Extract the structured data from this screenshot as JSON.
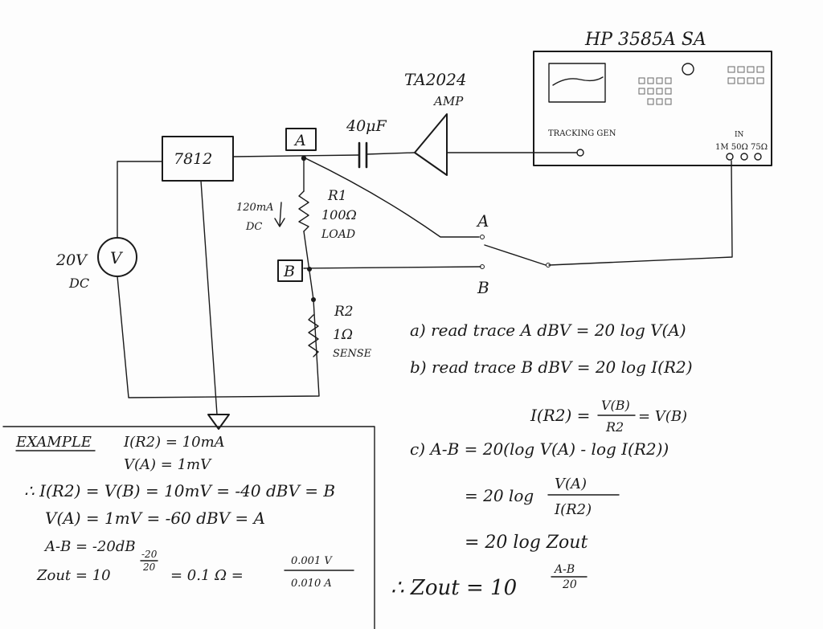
{
  "analyzer": {
    "title": "HP 3585A SA",
    "tracking_gen_label": "TRACKING GEN",
    "in_label": "IN",
    "input_spec": "1M 50Ω 75Ω"
  },
  "amp": {
    "name": "TA2024",
    "sub": "AMP"
  },
  "capacitor": {
    "label": "40μF"
  },
  "regulator": {
    "label": "7812"
  },
  "source": {
    "value": "20V",
    "type": "DC",
    "symbol": "V"
  },
  "nodes": {
    "a": "A",
    "b": "B"
  },
  "current_note": {
    "value": "120mA",
    "type": "DC"
  },
  "r1": {
    "name": "R1",
    "value": "100Ω",
    "role": "LOAD"
  },
  "r2": {
    "name": "R2",
    "value": "1Ω",
    "role": "SENSE"
  },
  "switch": {
    "pos_a": "A",
    "pos_b": "B"
  },
  "procedure": {
    "step_a": "a) read trace A dBV = 20 log V(A)",
    "step_b": "b) read trace B dBV = 20 log I(R2)",
    "i_r2": {
      "lhs": "I(R2) =",
      "num": "V(B)",
      "den": "R2",
      "rhs": "= V(B)"
    },
    "step_c": "c) A-B = 20(log V(A) - log I(R2))",
    "line2": {
      "lhs": "= 20 log",
      "num": "V(A)",
      "den": "I(R2)"
    },
    "line3": "= 20 log Zout",
    "result": {
      "lhs": "∴ Zout = 10",
      "exp_num": "A-B",
      "exp_den": "20"
    }
  },
  "example": {
    "heading": "EXAMPLE",
    "given1": "I(R2) = 10mA",
    "given2": "V(A) = 1mV",
    "line1": "∴ I(R2) = V(B) = 10mV = -40 dBV = B",
    "line2": "V(A) = 1mV = -60 dBV = A",
    "line3": "A-B = -20dB",
    "line4": {
      "lhs": "Zout = 10",
      "exp_num": "-20",
      "exp_den": "20",
      "mid": "= 0.1 Ω =",
      "num": "0.001 V",
      "den": "0.010 A"
    }
  }
}
